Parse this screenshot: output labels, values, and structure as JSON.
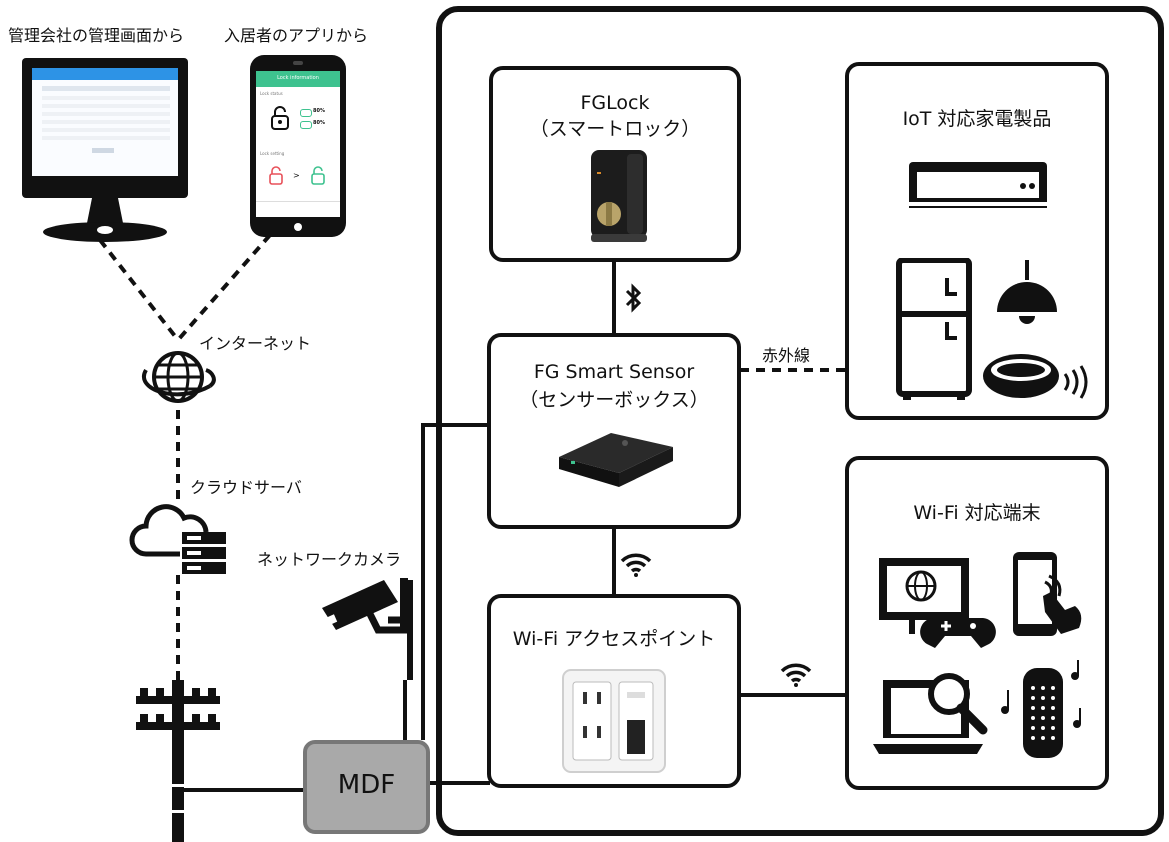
{
  "top_labels": {
    "admin": "管理会社の管理画面から",
    "resident_app": "入居者のアプリから"
  },
  "network": {
    "internet": "インターネット",
    "cloud": "クラウドサーバ",
    "camera": "ネットワークカメラ",
    "mdf": "MDF"
  },
  "devices": {
    "fglock": {
      "title": "FGLock",
      "subtitle": "（スマートロック）"
    },
    "sensor": {
      "title": "FG Smart Sensor",
      "subtitle": "（センサーボックス）"
    },
    "ap": {
      "title": "Wi-Fi アクセスポイント"
    },
    "iot": {
      "title": "IoT 対応家電製品"
    },
    "wifi_devices": {
      "title": "Wi-Fi 対応端末"
    },
    "infrared": "赤外線"
  },
  "phone_app": {
    "header": "Lock information",
    "section1": "Lock status",
    "section2": "Lock setting",
    "battery1": "80%",
    "battery2": "80%"
  },
  "icons": [
    "monitor-icon",
    "smartphone-icon",
    "globe-icon",
    "cloud-server-icon",
    "utility-pole-icon",
    "security-camera-icon",
    "bluetooth-icon",
    "wifi-icon",
    "air-conditioner-icon",
    "refrigerator-icon",
    "pendant-lamp-icon",
    "robot-vacuum-icon",
    "tv-globe-icon",
    "gamepad-icon",
    "tablet-touch-icon",
    "laptop-search-icon",
    "smart-speaker-icon",
    "music-note-icon"
  ],
  "colors": {
    "line": "#111111",
    "mdf_fill": "#a9a9a9",
    "app_green": "#3ec28f",
    "lock_red": "#e8515a"
  }
}
